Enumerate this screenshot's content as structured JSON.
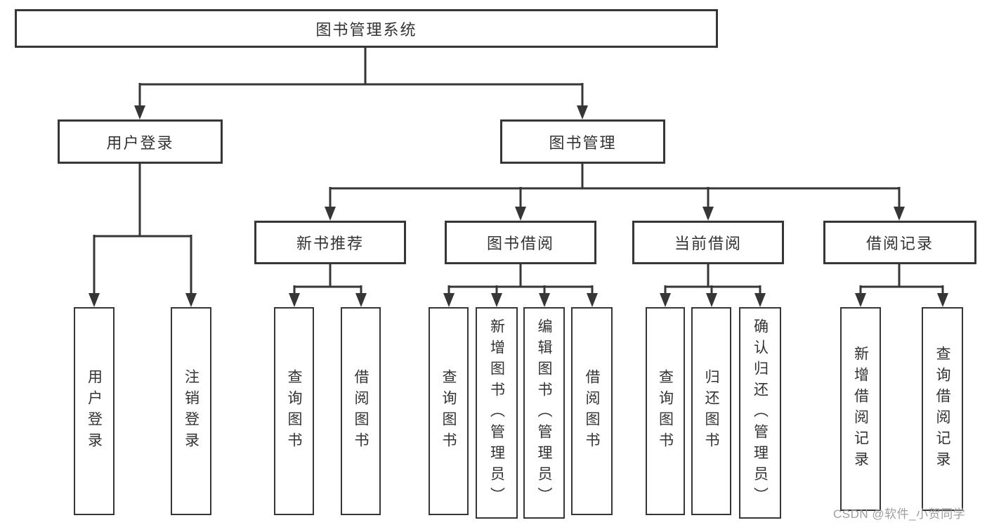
{
  "diagram": {
    "root": {
      "label": "图书管理系统"
    },
    "branches": [
      {
        "label": "用户登录",
        "children": [
          "用户登录",
          "注销登录"
        ]
      },
      {
        "label": "图书管理",
        "groups": [
          {
            "label": "新书推荐",
            "children": [
              "查询图书",
              "借阅图书"
            ]
          },
          {
            "label": "图书借阅",
            "children": [
              "查询图书",
              "新增图书（管理员）",
              "编辑图书（管理员）",
              "借阅图书"
            ]
          },
          {
            "label": "当前借阅",
            "children": [
              "查询图书",
              "归还图书",
              "确认归还（管理员）"
            ]
          },
          {
            "label": "借阅记录",
            "children": [
              "新增借阅记录",
              "查询借阅记录"
            ]
          }
        ]
      }
    ]
  },
  "watermark": "CSDN @软件_小贺同学",
  "colors": {
    "line": "#363636",
    "text": "#333333",
    "watermark": "#9e9e9e",
    "background": "#ffffff"
  }
}
